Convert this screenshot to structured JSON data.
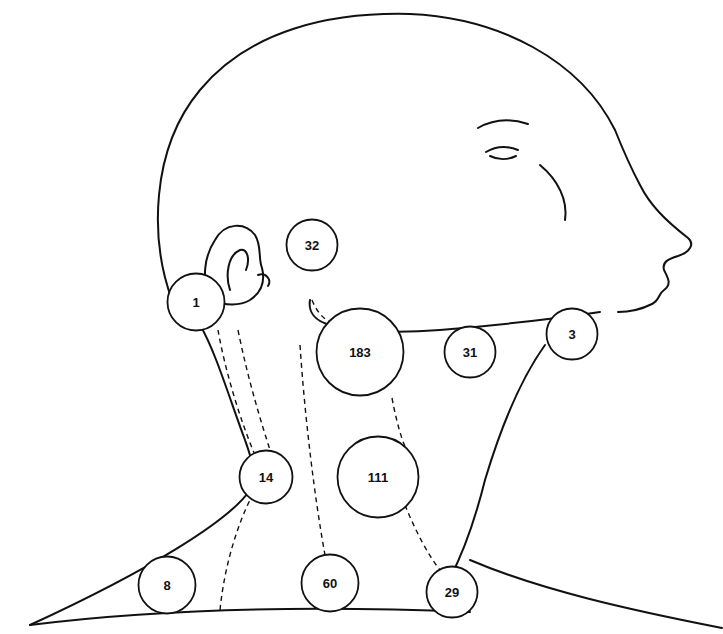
{
  "diagram": {
    "nodes": [
      {
        "text": [
          "32"
        ]
      },
      {
        "text": [
          "1"
        ]
      },
      {
        "text": [
          "183"
        ]
      },
      {
        "text": [
          "31"
        ]
      },
      {
        "text": [
          "3"
        ]
      },
      {
        "text": [
          "14"
        ]
      },
      {
        "text": [
          "111"
        ]
      },
      {
        "text": [
          "8"
        ]
      },
      {
        "text": [
          "60"
        ]
      },
      {
        "text": [
          "29"
        ]
      }
    ]
  }
}
